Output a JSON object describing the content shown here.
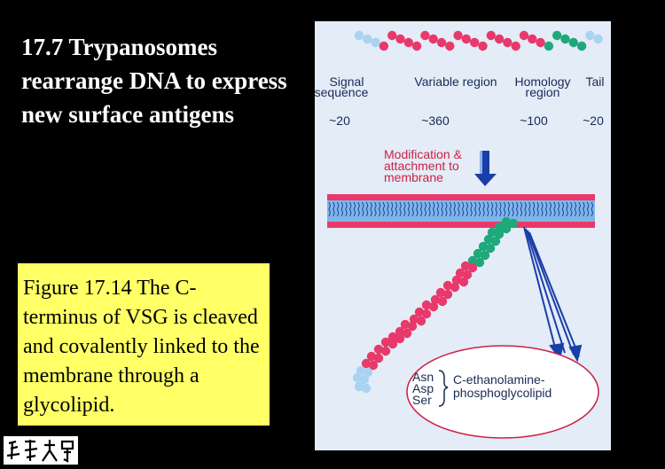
{
  "slide": {
    "title": "17.7 Trypanosomes rearrange DNA to express new surface antigens",
    "caption": "Figure 17.14 The C-terminus of VSG is cleaved and covalently linked to the membrane through a glycolipid.",
    "logo_text": "清華大學"
  },
  "figure": {
    "regions": [
      {
        "name_line1": "Signal",
        "name_line2": "sequence",
        "length": "~20"
      },
      {
        "name_line1": "Variable region",
        "name_line2": "",
        "length": "~360"
      },
      {
        "name_line1": "Homology",
        "name_line2": "region",
        "length": "~100"
      },
      {
        "name_line1": "Tail",
        "name_line2": "",
        "length": "~20"
      }
    ],
    "arrow_label": [
      "Modification &",
      "attachment to",
      "membrane"
    ],
    "residues": [
      "Asn",
      "Asp",
      "Ser"
    ],
    "linkage_label": [
      "C-ethanolamine-",
      "phosphoglycolipid"
    ]
  },
  "colors": {
    "background": "#000000",
    "caption_bg": "#ffff66",
    "figure_bg": "#e3ecf7",
    "bead_signal": "#a9d3f0",
    "bead_variable": "#e8396a",
    "bead_homology": "#1fa87a",
    "bead_tail": "#a9d3f0",
    "membrane_pink": "#e8396a",
    "membrane_blue": "#7fb6e6",
    "label_red": "#cc2244",
    "arrow_blue": "#1a3ea8"
  }
}
